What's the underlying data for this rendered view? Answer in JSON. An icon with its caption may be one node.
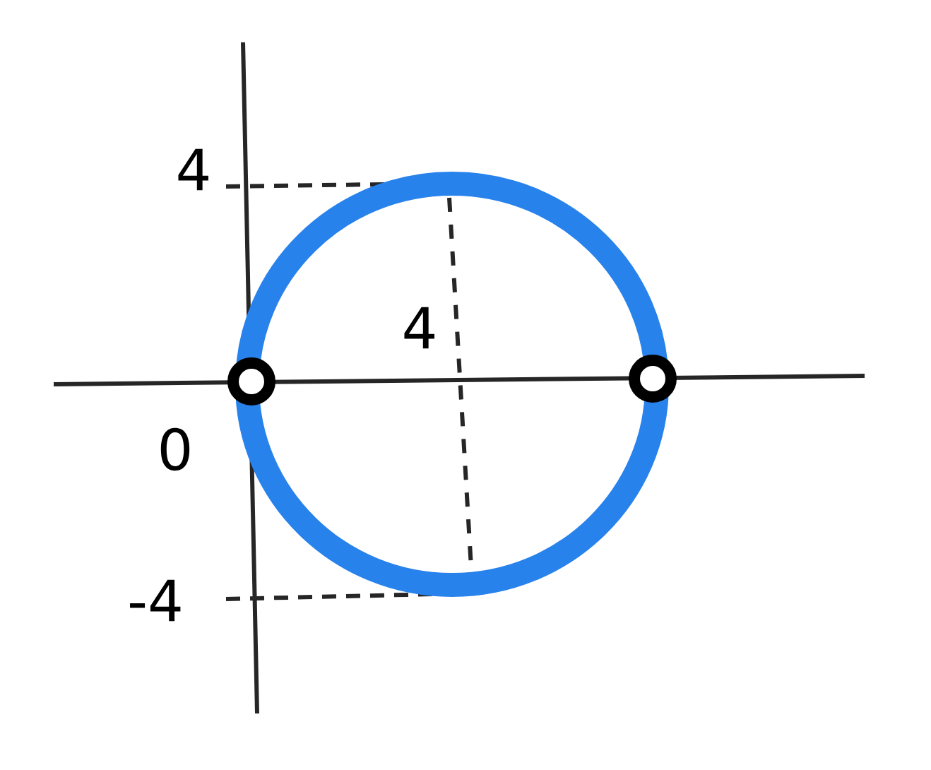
{
  "diagram": {
    "labels": [
      "4",
      "4",
      "0",
      "-4"
    ]
  }
}
